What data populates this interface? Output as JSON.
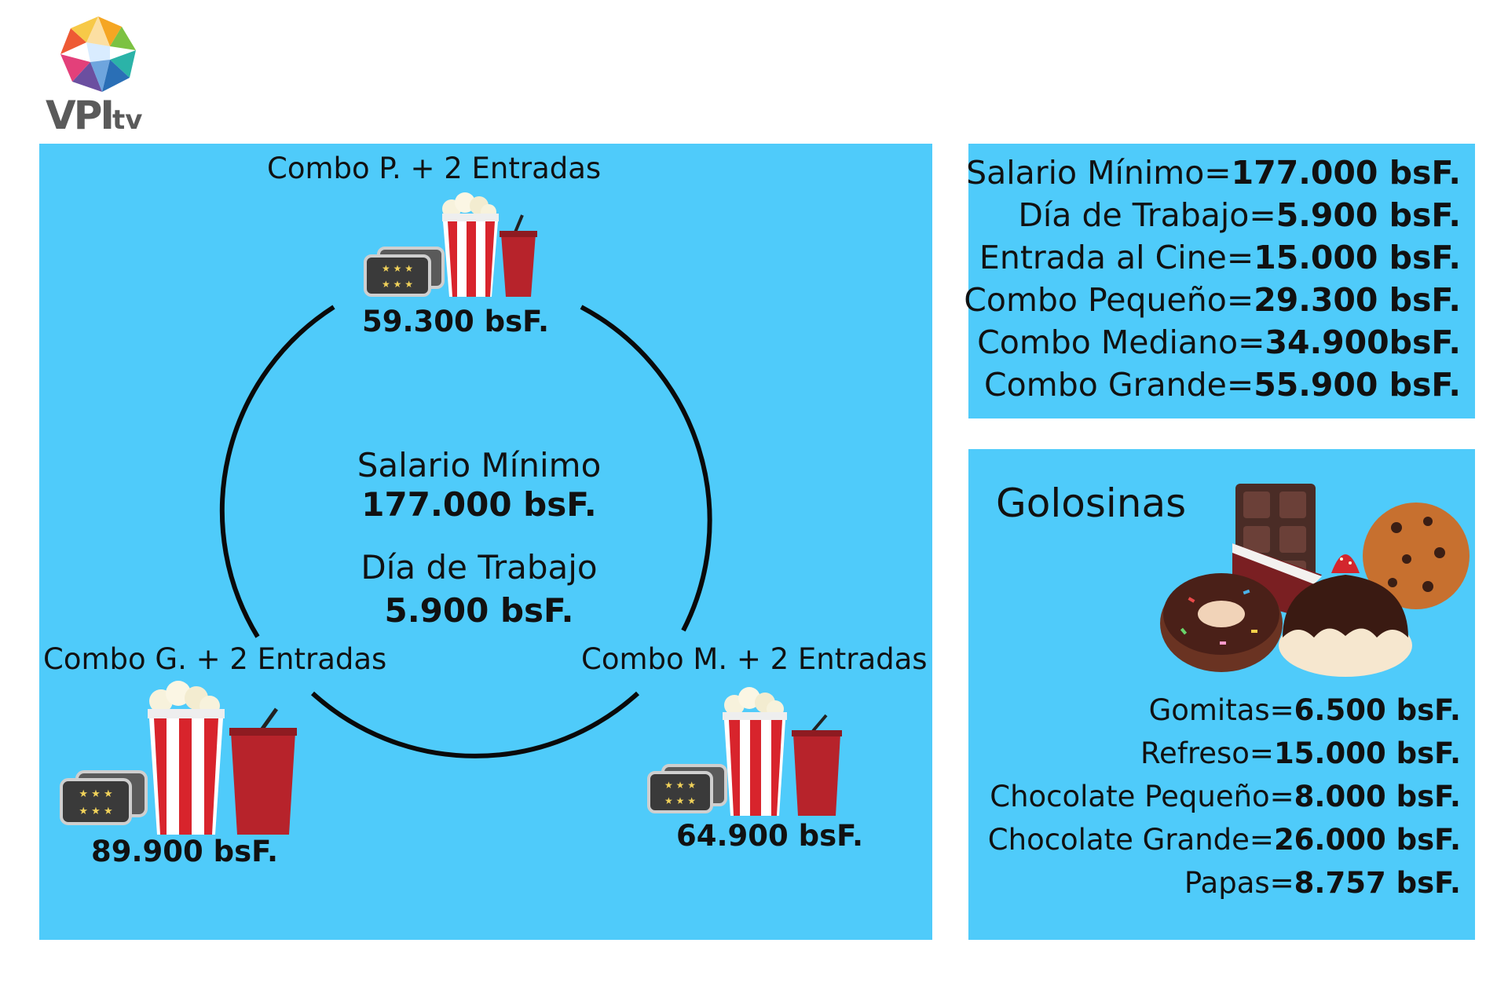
{
  "logo": {
    "main": "VPI",
    "suffix": "tv"
  },
  "combos": {
    "small": {
      "title": "Combo P. + 2 Entradas",
      "price": "59.300 bsF."
    },
    "large": {
      "title": "Combo G. + 2 Entradas",
      "price": "89.900 bsF."
    },
    "medium": {
      "title": "Combo M. + 2 Entradas",
      "price": "64.900 bsF."
    }
  },
  "center": {
    "salary_label": "Salario Mínimo",
    "salary_value": "177.000 bsF.",
    "day_label": "Día de Trabajo",
    "day_value": "5.900 bsF."
  },
  "prices": [
    {
      "label": "Salario Mínimo=",
      "value": "177.000 bsF."
    },
    {
      "label": "Día de Trabajo=",
      "value": "5.900 bsF."
    },
    {
      "label": "Entrada al Cine=",
      "value": "15.000 bsF."
    },
    {
      "label": "Combo Pequeño=",
      "value": "29.300 bsF."
    },
    {
      "label": "Combo Mediano=",
      "value": "34.900bsF."
    },
    {
      "label": "Combo Grande=",
      "value": "55.900 bsF."
    }
  ],
  "candy": {
    "title": "Golosinas",
    "items": [
      {
        "label": "Gomitas=",
        "value": "6.500 bsF."
      },
      {
        "label": "Refreso=",
        "value": "15.000 bsF."
      },
      {
        "label": "Chocolate Pequeño=",
        "value": "8.000 bsF."
      },
      {
        "label": "Chocolate Grande=",
        "value": "26.000 bsF."
      },
      {
        "label": "Papas=",
        "value": "8.757 bsF."
      }
    ]
  },
  "colors": {
    "panel": "#4fcbfa",
    "popcorn_red": "#d8242c",
    "drink_red": "#b7232b",
    "ticket": "#3a3a3a"
  },
  "icons": [
    "vpitv-logo",
    "popcorn-icon",
    "drink-icon",
    "ticket-icon",
    "chocolate-icon",
    "cookie-icon",
    "donut-icon",
    "cake-icon"
  ]
}
